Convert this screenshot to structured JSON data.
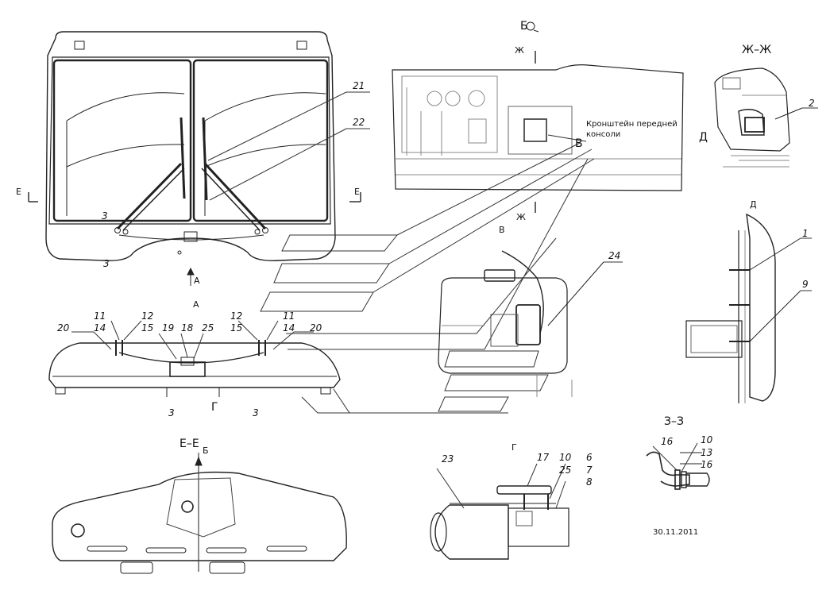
{
  "view_marks": {
    "b_view": "Б",
    "section_zh": "Ж–Ж",
    "section_ye": "Е–Е",
    "section_z": "З–З",
    "view_d": "Д",
    "view_v": "В",
    "view_a": "А",
    "view_g": "Г",
    "zh_top": "Ж",
    "zh_bottom": "Ж",
    "ye_left": "Е",
    "ye_right": "Е",
    "b_mark": "Б",
    "a_arrow": "А",
    "v_small": "В",
    "g_small": "Г",
    "d_small": "Д"
  },
  "note": {
    "line1": "Кронштейн передней",
    "line2": "консоли"
  },
  "date": "30.11.2011",
  "callouts": {
    "c21": "21",
    "c22": "22",
    "c3a": "3",
    "c3b": "3",
    "c11a": "11",
    "c14a": "14",
    "c12a": "12",
    "c15a": "15",
    "c20a": "20",
    "c19": "19",
    "c18": "18",
    "c25a": "25",
    "c12b": "12",
    "c15b": "15",
    "c11b": "11",
    "c14b": "14",
    "c20b": "20",
    "c3c": "3",
    "c3d": "3",
    "c2": "2",
    "c1": "1",
    "c9": "9",
    "c24": "24",
    "c23": "23",
    "c17": "17",
    "c10a": "10",
    "c25b": "25",
    "c6": "6",
    "c7": "7",
    "c8": "8",
    "c16a": "16",
    "c10b": "10",
    "c13": "13",
    "c16b": "16"
  }
}
